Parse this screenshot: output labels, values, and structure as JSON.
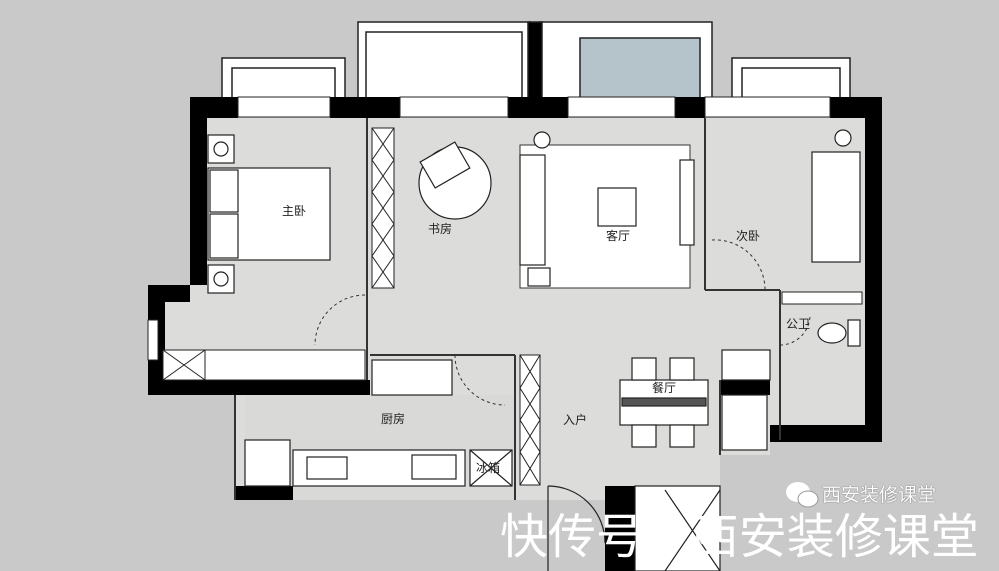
{
  "rooms": {
    "master_bedroom": "主卧",
    "study": "书房",
    "living_room": "客厅",
    "second_bedroom": "次卧",
    "bathroom": "公卫",
    "dining_room": "餐厅",
    "kitchen": "厨房",
    "entrance": "入户",
    "fridge": "冰箱"
  },
  "watermark": {
    "main": "快传号 / 西安装修课堂",
    "account": "西安装修课堂",
    "icon": "wechat-icon"
  },
  "colors": {
    "background": "#c9c9c9",
    "floor": "#dcdcda",
    "wall": "#000000",
    "balcony_glass": "#b5c3cb"
  }
}
